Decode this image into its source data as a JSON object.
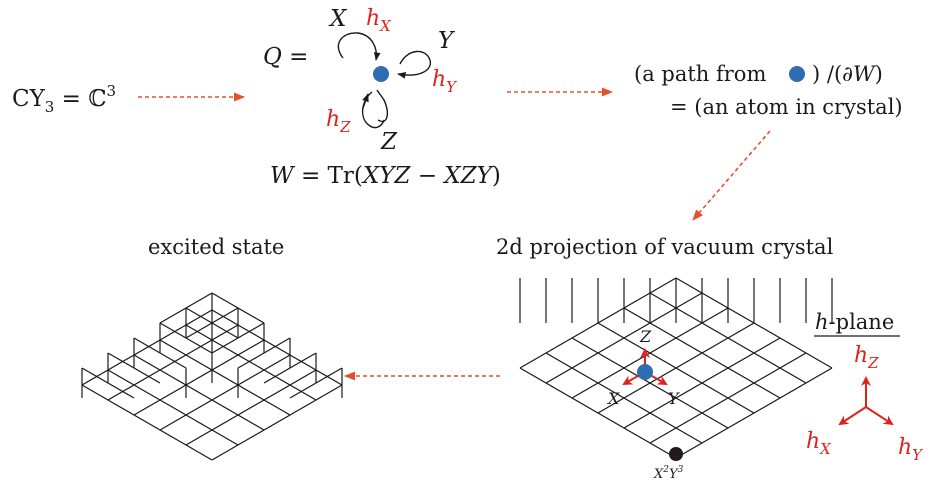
{
  "colors": {
    "ink": "#1a1a1a",
    "accent_red": "#e0221b",
    "arrow_red": "#e4502e",
    "node_blue": "#2f6db3",
    "node_dark": "#231a1a"
  },
  "cy3": {
    "lhs": "CY",
    "sub": "3",
    "eq": " = ℂ",
    "sup": "3"
  },
  "quiver": {
    "q_label": "Q =",
    "arrows": {
      "x": "X",
      "y": "Y",
      "z": "Z"
    },
    "h_labels": {
      "x": "h",
      "x_sub": "X",
      "y": "h",
      "y_sub": "Y",
      "z": "h",
      "z_sub": "Z"
    },
    "w_prefix": "W",
    "w_body": " = Tr(",
    "w_term": "XYZ − XZY",
    "w_close": ")"
  },
  "path_text": {
    "line1_a": "(a path from",
    "line1_b": ") /(∂",
    "line1_w": "W",
    "line1_c": ")",
    "line2": "= (an atom in crystal)"
  },
  "excited": {
    "title": "excited state"
  },
  "vacuum": {
    "title": "2d projection of vacuum crystal",
    "labels": {
      "z": "Z",
      "x": "X",
      "y": "Y"
    },
    "corner_base_x": "X",
    "corner_exp_x": "2",
    "corner_base_y": "Y",
    "corner_exp_y": "3"
  },
  "hplane": {
    "title_h": "h",
    "title_rest": "-plane",
    "labels": {
      "z": "h",
      "z_sub": "Z",
      "x": "h",
      "x_sub": "X",
      "y": "h",
      "y_sub": "Y"
    }
  },
  "flow_arrows": [
    "cy3-to-quiver",
    "quiver-to-path",
    "path-to-crystal",
    "crystal-to-excited"
  ]
}
